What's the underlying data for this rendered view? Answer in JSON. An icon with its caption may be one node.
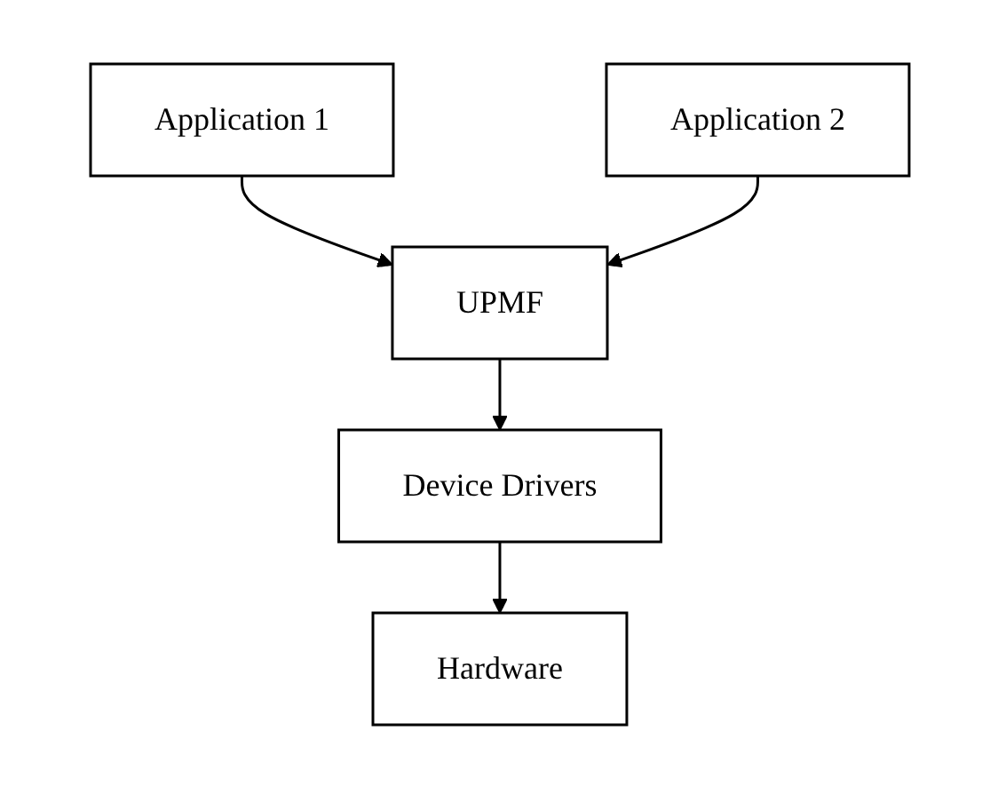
{
  "diagram": {
    "nodes": [
      {
        "text": [
          "Application 1"
        ]
      },
      {
        "text": [
          "Application 2"
        ]
      },
      {
        "text": [
          "UPMF"
        ]
      },
      {
        "text": [
          "Device Drivers"
        ]
      },
      {
        "text": [
          "Hardware"
        ]
      }
    ],
    "edges": [
      {
        "from": 0,
        "to": 2,
        "arrow": "to"
      },
      {
        "from": 1,
        "to": 2,
        "arrow": "to"
      },
      {
        "from": 2,
        "to": 3,
        "arrow": "to"
      },
      {
        "from": 3,
        "to": 4,
        "arrow": "to"
      }
    ]
  }
}
